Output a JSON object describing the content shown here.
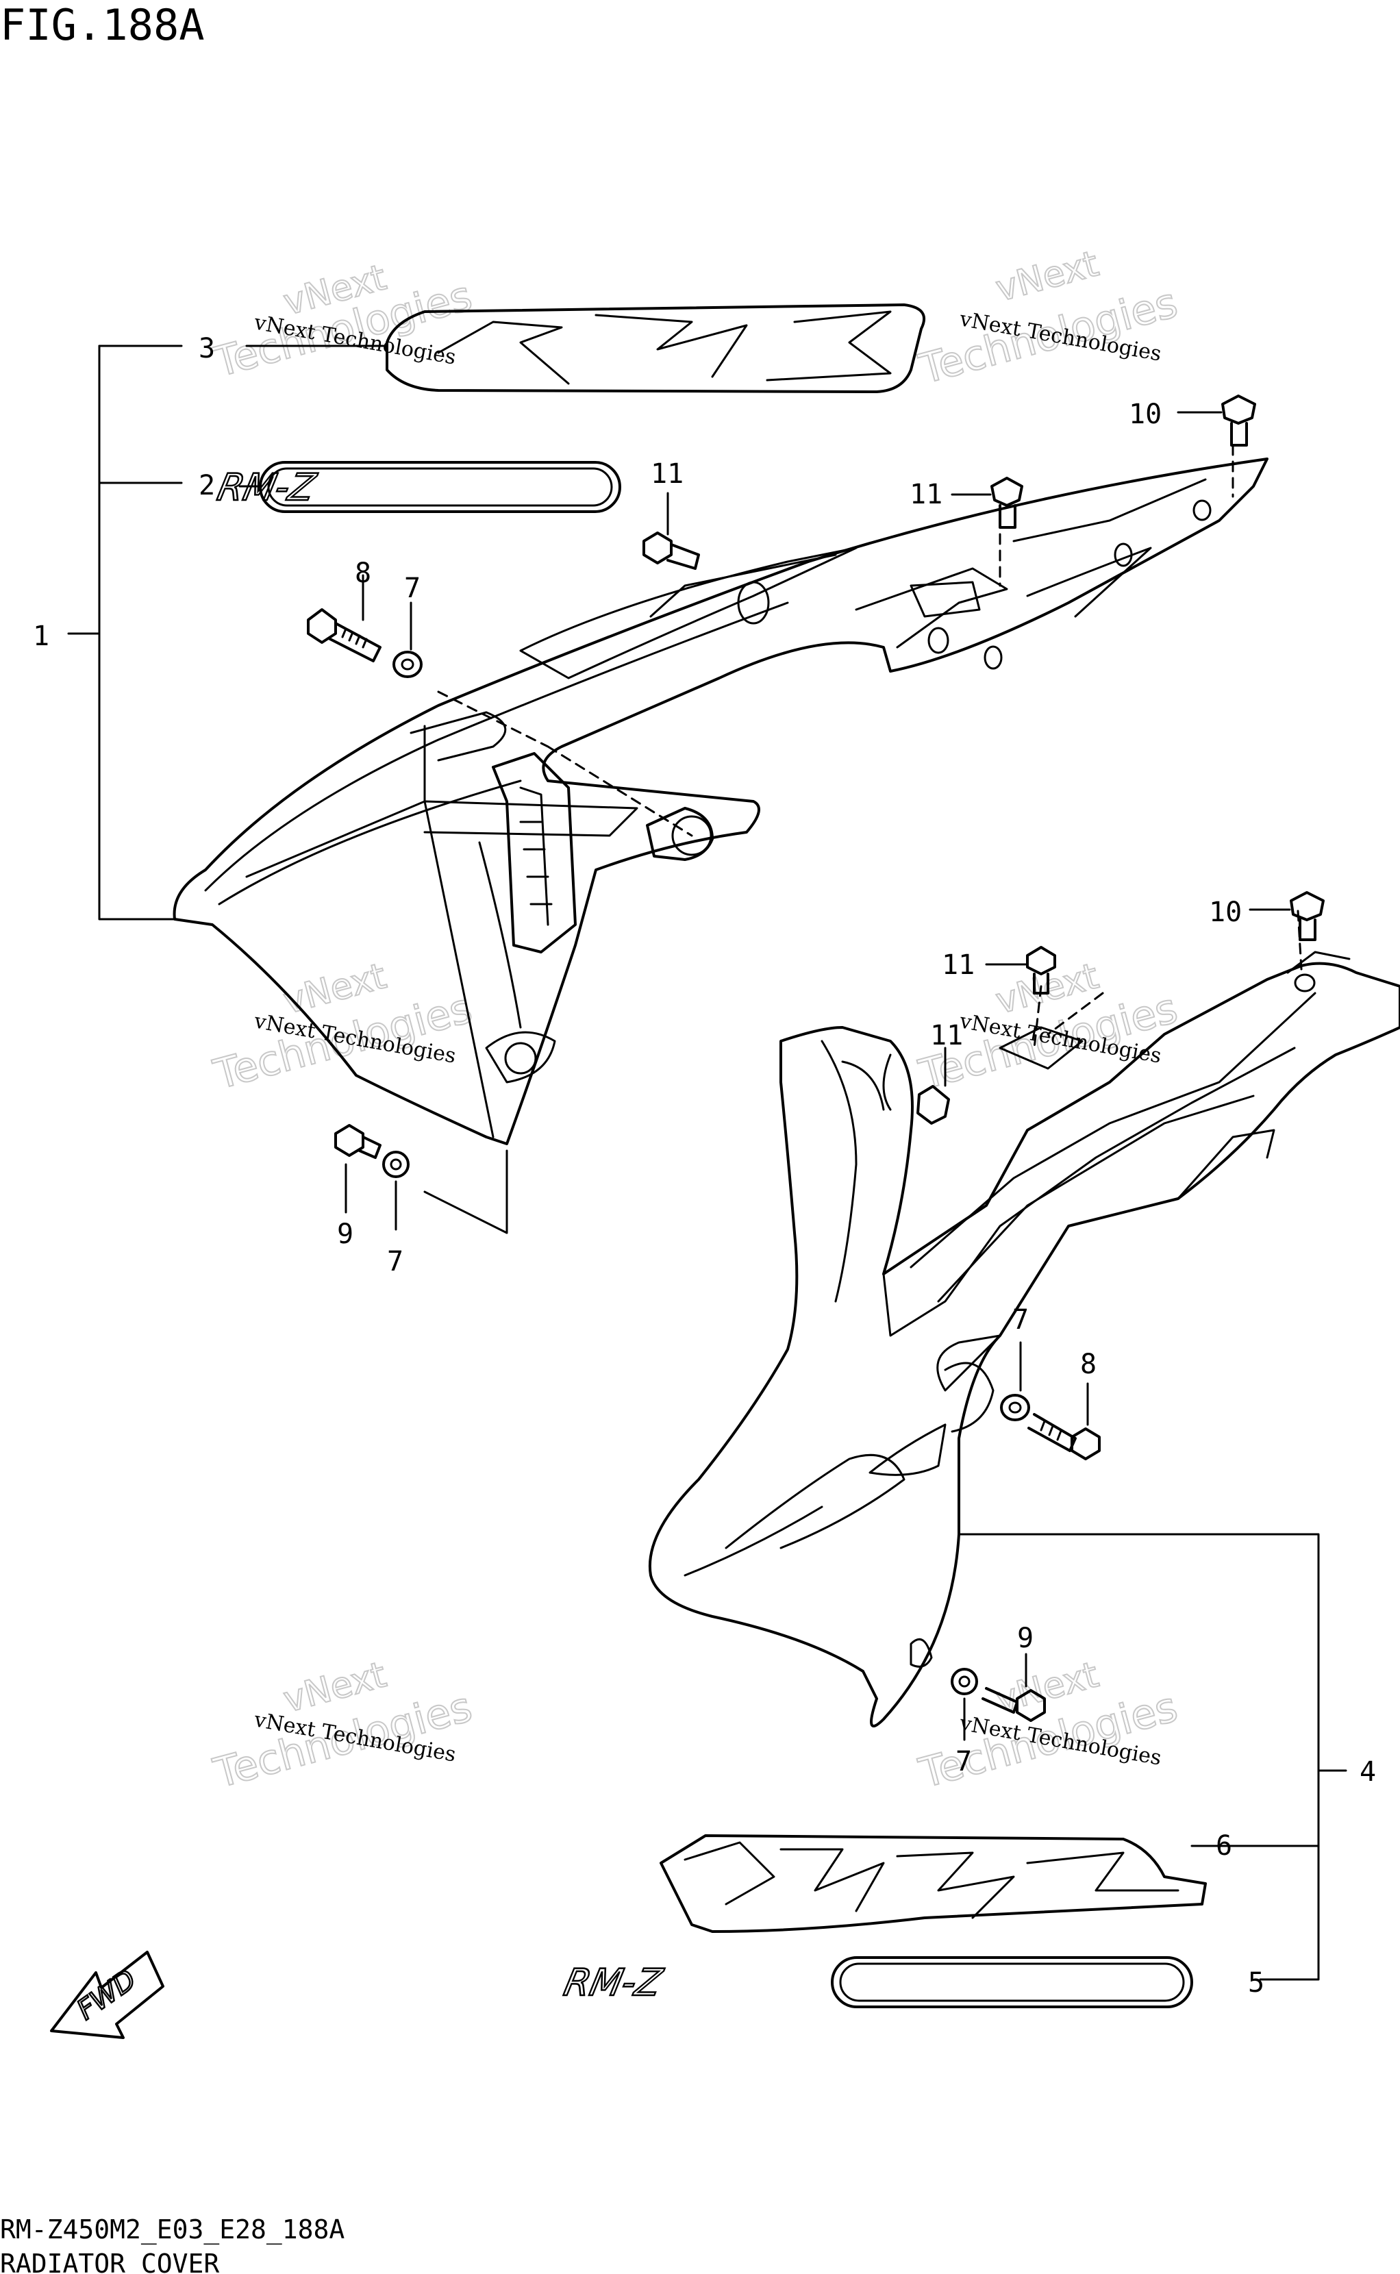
{
  "header": {
    "figure_title": "FIG.188A"
  },
  "footer": {
    "code": "RM-Z450M2_E03_E28_188A",
    "caption": "RADIATOR COVER"
  },
  "watermark": {
    "line1": "vNext Technologies",
    "big_top": "vNext",
    "big_bottom": "Technologies"
  },
  "fwd_label": "FWD",
  "callouts": {
    "c1": "1",
    "c2": "2",
    "c3": "3",
    "c4": "4",
    "c5": "5",
    "c6": "6",
    "c7a": "7",
    "c7b": "7",
    "c7c": "7",
    "c7d": "7",
    "c8a": "8",
    "c8b": "8",
    "c9a": "9",
    "c9b": "9",
    "c10a": "10",
    "c10b": "10",
    "c11a": "11",
    "c11b": "11",
    "c11c": "11",
    "c11d": "11"
  },
  "decals": {
    "badge": "RM-Z"
  }
}
